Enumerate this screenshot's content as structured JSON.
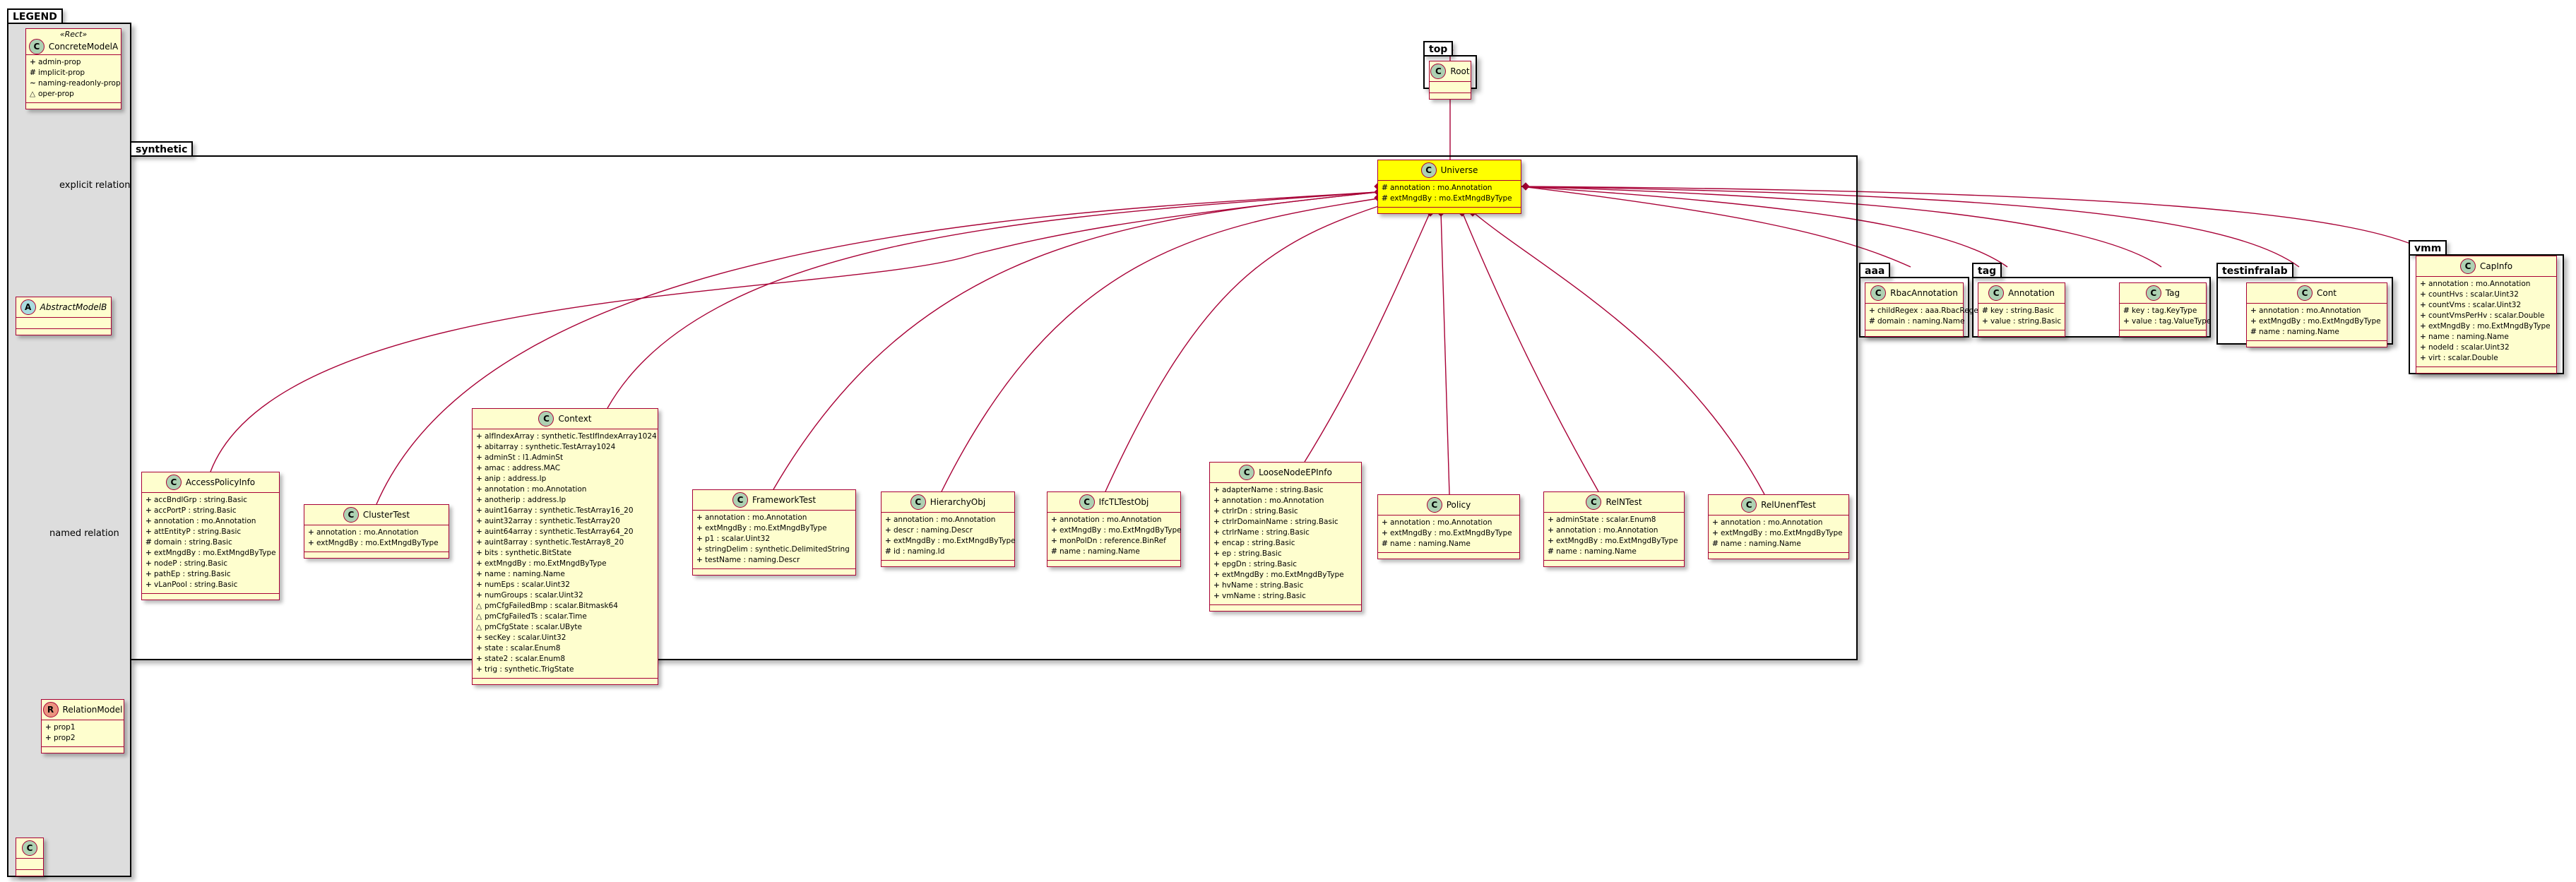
{
  "legend": {
    "package": "LEGEND",
    "stereotype": "«Rect»",
    "concrete": {
      "name": "ConcreteModelA",
      "attrs": [
        {
          "vis": "+",
          "text": "admin-prop"
        },
        {
          "vis": "#",
          "text": "implicit-prop"
        },
        {
          "vis": "~",
          "text": "naming-readonly-prop"
        },
        {
          "vis": "△",
          "text": "oper-prop"
        }
      ]
    },
    "abstract": {
      "name": "AbstractModelB",
      "attrs": []
    },
    "relation": {
      "name": "RelationModel",
      "attrs": [
        {
          "vis": "+",
          "text": "prop1"
        },
        {
          "vis": "+",
          "text": "prop2"
        }
      ]
    },
    "c": {
      "name": "C",
      "attrs": []
    },
    "explicit_label": "explicit relation",
    "named_label": "named relation"
  },
  "top": {
    "package": "top",
    "root": {
      "name": "Root",
      "attrs": []
    }
  },
  "synthetic": {
    "package": "synthetic",
    "universe": {
      "name": "Universe",
      "attrs": [
        {
          "vis": "#",
          "text": "annotation : mo.Annotation"
        },
        {
          "vis": "#",
          "text": "extMngdBy : mo.ExtMngdByType"
        }
      ]
    },
    "classes": [
      {
        "name": "AccessPolicyInfo",
        "attrs": [
          {
            "vis": "+",
            "text": "accBndlGrp : string.Basic"
          },
          {
            "vis": "+",
            "text": "accPortP : string.Basic"
          },
          {
            "vis": "+",
            "text": "annotation : mo.Annotation"
          },
          {
            "vis": "+",
            "text": "attEntityP : string.Basic"
          },
          {
            "vis": "#",
            "text": "domain : string.Basic"
          },
          {
            "vis": "+",
            "text": "extMngdBy : mo.ExtMngdByType"
          },
          {
            "vis": "+",
            "text": "nodeP : string.Basic"
          },
          {
            "vis": "+",
            "text": "pathEp : string.Basic"
          },
          {
            "vis": "+",
            "text": "vLanPool : string.Basic"
          }
        ]
      },
      {
        "name": "ClusterTest",
        "attrs": [
          {
            "vis": "+",
            "text": "annotation : mo.Annotation"
          },
          {
            "vis": "+",
            "text": "extMngdBy : mo.ExtMngdByType"
          }
        ]
      },
      {
        "name": "Context",
        "attrs": [
          {
            "vis": "+",
            "text": "aIfIndexArray : synthetic.TestIfIndexArray1024"
          },
          {
            "vis": "+",
            "text": "abitarray : synthetic.TestArray1024"
          },
          {
            "vis": "+",
            "text": "adminSt : l1.AdminSt"
          },
          {
            "vis": "+",
            "text": "amac : address.MAC"
          },
          {
            "vis": "+",
            "text": "anip : address.Ip"
          },
          {
            "vis": "+",
            "text": "annotation : mo.Annotation"
          },
          {
            "vis": "+",
            "text": "anotherip : address.Ip"
          },
          {
            "vis": "+",
            "text": "auint16array : synthetic.TestArray16_20"
          },
          {
            "vis": "+",
            "text": "auint32array : synthetic.TestArray20"
          },
          {
            "vis": "+",
            "text": "auint64array : synthetic.TestArray64_20"
          },
          {
            "vis": "+",
            "text": "auint8array : synthetic.TestArray8_20"
          },
          {
            "vis": "+",
            "text": "bits : synthetic.BitState"
          },
          {
            "vis": "+",
            "text": "extMngdBy : mo.ExtMngdByType"
          },
          {
            "vis": "+",
            "text": "name : naming.Name"
          },
          {
            "vis": "+",
            "text": "numEps : scalar.Uint32"
          },
          {
            "vis": "+",
            "text": "numGroups : scalar.Uint32"
          },
          {
            "vis": "△",
            "text": "pmCfgFailedBmp : scalar.Bitmask64"
          },
          {
            "vis": "△",
            "text": "pmCfgFailedTs : scalar.Time"
          },
          {
            "vis": "△",
            "text": "pmCfgState : scalar.UByte"
          },
          {
            "vis": "+",
            "text": "secKey : scalar.Uint32"
          },
          {
            "vis": "+",
            "text": "state : scalar.Enum8"
          },
          {
            "vis": "+",
            "text": "state2 : scalar.Enum8"
          },
          {
            "vis": "+",
            "text": "trig : synthetic.TrigState"
          }
        ]
      },
      {
        "name": "FrameworkTest",
        "attrs": [
          {
            "vis": "+",
            "text": "annotation : mo.Annotation"
          },
          {
            "vis": "+",
            "text": "extMngdBy : mo.ExtMngdByType"
          },
          {
            "vis": "+",
            "text": "p1 : scalar.Uint32"
          },
          {
            "vis": "+",
            "text": "stringDelim : synthetic.DelimitedString"
          },
          {
            "vis": "+",
            "text": "testName : naming.Descr"
          }
        ]
      },
      {
        "name": "HierarchyObj",
        "attrs": [
          {
            "vis": "+",
            "text": "annotation : mo.Annotation"
          },
          {
            "vis": "+",
            "text": "descr : naming.Descr"
          },
          {
            "vis": "+",
            "text": "extMngdBy : mo.ExtMngdByType"
          },
          {
            "vis": "#",
            "text": "id : naming.Id"
          }
        ]
      },
      {
        "name": "IfcTLTestObj",
        "attrs": [
          {
            "vis": "+",
            "text": "annotation : mo.Annotation"
          },
          {
            "vis": "+",
            "text": "extMngdBy : mo.ExtMngdByType"
          },
          {
            "vis": "+",
            "text": "monPolDn : reference.BinRef"
          },
          {
            "vis": "#",
            "text": "name : naming.Name"
          }
        ]
      },
      {
        "name": "LooseNodeEPInfo",
        "attrs": [
          {
            "vis": "+",
            "text": "adapterName : string.Basic"
          },
          {
            "vis": "+",
            "text": "annotation : mo.Annotation"
          },
          {
            "vis": "+",
            "text": "ctrlrDn : string.Basic"
          },
          {
            "vis": "+",
            "text": "ctrlrDomainName : string.Basic"
          },
          {
            "vis": "+",
            "text": "ctrlrName : string.Basic"
          },
          {
            "vis": "+",
            "text": "encap : string.Basic"
          },
          {
            "vis": "+",
            "text": "ep : string.Basic"
          },
          {
            "vis": "+",
            "text": "epgDn : string.Basic"
          },
          {
            "vis": "+",
            "text": "extMngdBy : mo.ExtMngdByType"
          },
          {
            "vis": "+",
            "text": "hvName : string.Basic"
          },
          {
            "vis": "+",
            "text": "vmName : string.Basic"
          }
        ]
      },
      {
        "name": "Policy",
        "attrs": [
          {
            "vis": "+",
            "text": "annotation : mo.Annotation"
          },
          {
            "vis": "+",
            "text": "extMngdBy : mo.ExtMngdByType"
          },
          {
            "vis": "#",
            "text": "name : naming.Name"
          }
        ]
      },
      {
        "name": "RelNTest",
        "attrs": [
          {
            "vis": "+",
            "text": "adminState : scalar.Enum8"
          },
          {
            "vis": "+",
            "text": "annotation : mo.Annotation"
          },
          {
            "vis": "+",
            "text": "extMngdBy : mo.ExtMngdByType"
          },
          {
            "vis": "#",
            "text": "name : naming.Name"
          }
        ]
      },
      {
        "name": "RelUnenfTest",
        "attrs": [
          {
            "vis": "+",
            "text": "annotation : mo.Annotation"
          },
          {
            "vis": "+",
            "text": "extMngdBy : mo.ExtMngdByType"
          },
          {
            "vis": "#",
            "text": "name : naming.Name"
          }
        ]
      }
    ]
  },
  "aaa": {
    "package": "aaa",
    "rbac": {
      "name": "RbacAnnotation",
      "attrs": [
        {
          "vis": "+",
          "text": "childRegex : aaa.RbacRegex"
        },
        {
          "vis": "#",
          "text": "domain : naming.Name"
        }
      ]
    }
  },
  "tag": {
    "package": "tag",
    "annotation": {
      "name": "Annotation",
      "attrs": [
        {
          "vis": "#",
          "text": "key : string.Basic"
        },
        {
          "vis": "+",
          "text": "value : string.Basic"
        }
      ]
    },
    "tag": {
      "name": "Tag",
      "attrs": [
        {
          "vis": "#",
          "text": "key : tag.KeyType"
        },
        {
          "vis": "+",
          "text": "value : tag.ValueType"
        }
      ]
    }
  },
  "testinfralab": {
    "package": "testinfralab",
    "cont": {
      "name": "Cont",
      "attrs": [
        {
          "vis": "+",
          "text": "annotation : mo.Annotation"
        },
        {
          "vis": "+",
          "text": "extMngdBy : mo.ExtMngdByType"
        },
        {
          "vis": "#",
          "text": "name : naming.Name"
        }
      ]
    }
  },
  "vmm": {
    "package": "vmm",
    "capinfo": {
      "name": "CapInfo",
      "attrs": [
        {
          "vis": "+",
          "text": "annotation : mo.Annotation"
        },
        {
          "vis": "+",
          "text": "countHvs : scalar.Uint32"
        },
        {
          "vis": "+",
          "text": "countVms : scalar.Uint32"
        },
        {
          "vis": "+",
          "text": "countVmsPerHv : scalar.Double"
        },
        {
          "vis": "+",
          "text": "extMngdBy : mo.ExtMngdByType"
        },
        {
          "vis": "+",
          "text": "name : naming.Name"
        },
        {
          "vis": "+",
          "text": "nodeId : scalar.Uint32"
        },
        {
          "vis": "+",
          "text": "virt : scalar.Double"
        }
      ]
    }
  },
  "colors": {
    "class_fill": "#fefece",
    "class_border": "#a80036",
    "highlight_fill": "#ffff00",
    "link": "#a80036",
    "legend_fill": "#dddddd"
  }
}
